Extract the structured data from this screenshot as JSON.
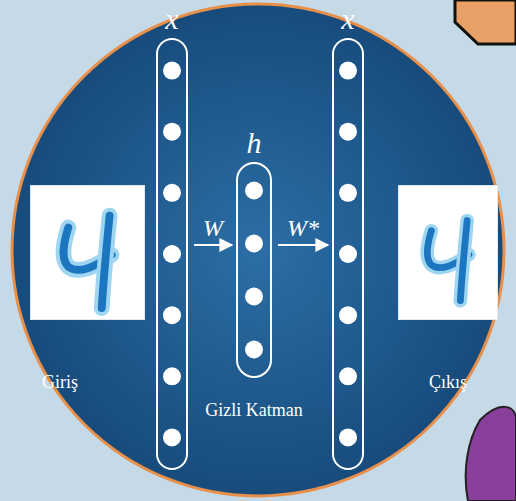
{
  "diagram": {
    "nodes": [
      {
        "text": [
          "Giriş"
        ]
      },
      {
        "text": [
          "x"
        ]
      },
      {
        "text": [
          "h",
          "Gizli Katman"
        ]
      },
      {
        "text": [
          "x"
        ]
      },
      {
        "text": [
          "Çıkış"
        ]
      }
    ],
    "edges": [
      {
        "from": 1,
        "to": 2,
        "arrow": "to",
        "label": "W"
      },
      {
        "from": 2,
        "to": 3,
        "arrow": "to",
        "label": "W*"
      }
    ]
  }
}
